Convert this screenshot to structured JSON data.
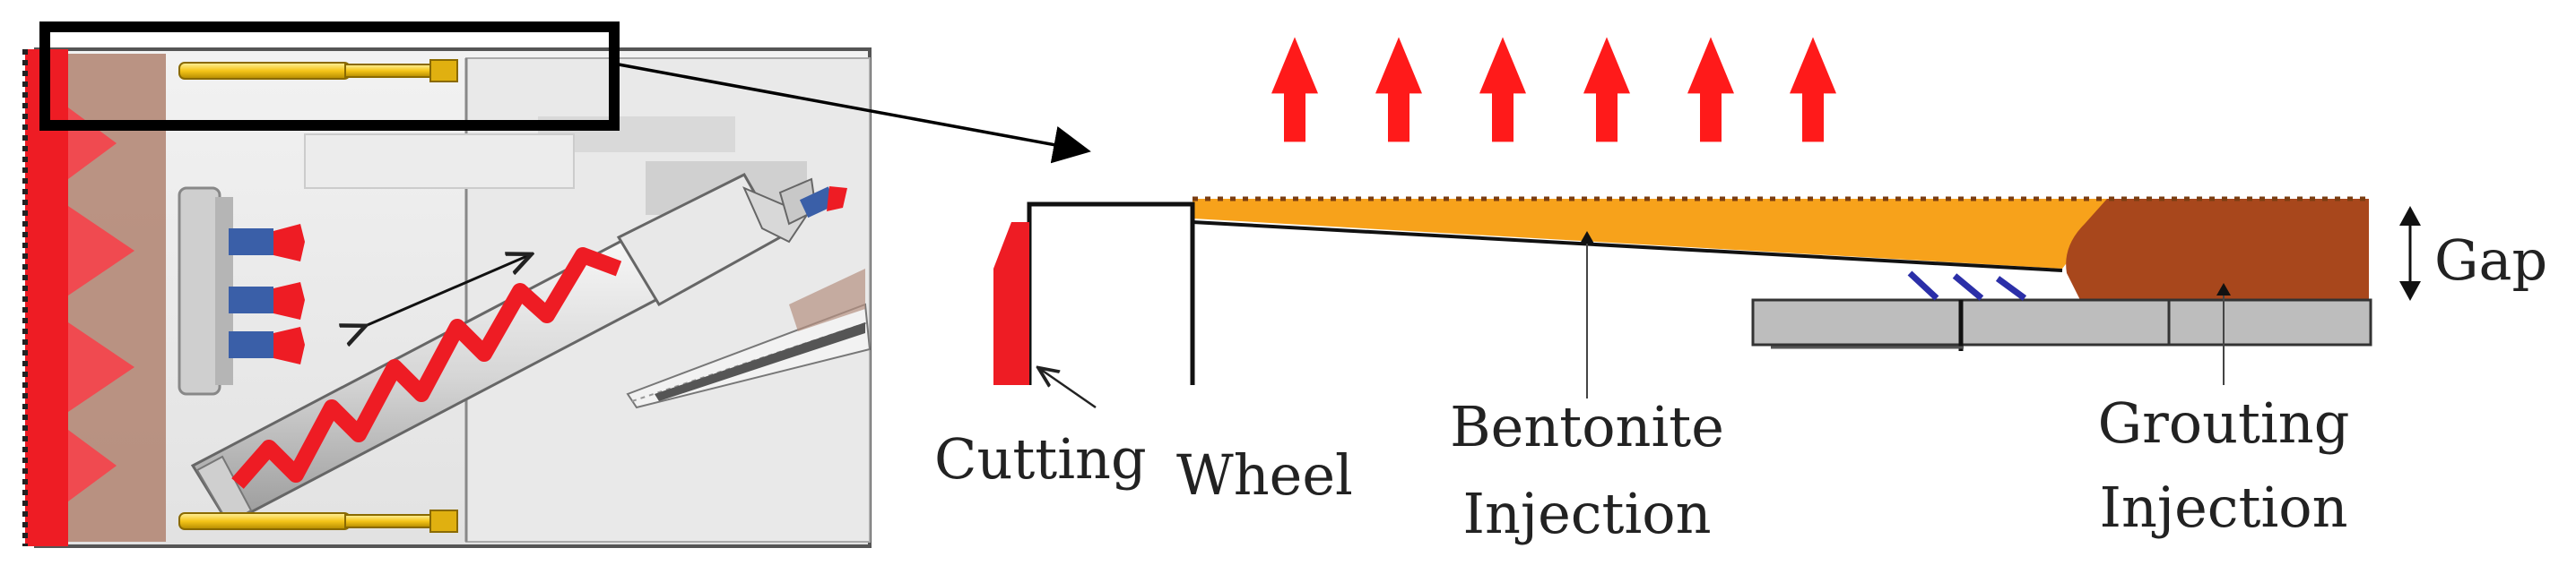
{
  "labels": {
    "cutting": "Cutting",
    "wheel": "Wheel",
    "bentonite_line1": "Bentonite",
    "bentonite_line2": "Injection",
    "grouting_line1": "Grouting",
    "grouting_line2": "Injection",
    "gap": "Gap"
  },
  "colors": {
    "cutter_red": "#ee1c24",
    "arrow_red": "#ff1a1a",
    "bentonite_orange": "#f7a21b",
    "grout_brown": "#a8471c",
    "segment_gray": "#bdbdbd",
    "brush_blue": "#2b2fa8",
    "pipe_yellow": "#f5c518",
    "rod_blue": "#3a5fa8"
  },
  "icons": {
    "up_arrows": 6,
    "brush_seals": 3
  }
}
